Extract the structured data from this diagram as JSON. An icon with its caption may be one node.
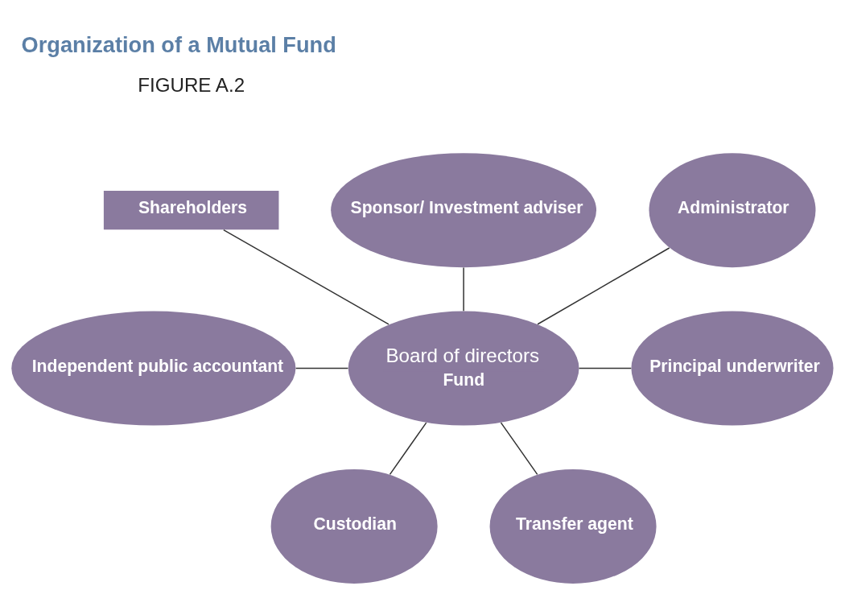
{
  "diagram": {
    "title": "Organization of a Mutual Fund",
    "nodes": [
      {
        "text": [
          "Shareholders"
        ]
      },
      {
        "text": [
          "Board of directors",
          "Fund"
        ]
      },
      {
        "text": [
          "Sponsor/ Investment adviser"
        ]
      },
      {
        "text": [
          "Administrator"
        ]
      },
      {
        "text": [
          "Independent public accountant"
        ]
      },
      {
        "text": [
          "Principal underwriter"
        ]
      },
      {
        "text": [
          "Custodian"
        ]
      },
      {
        "text": [
          "Transfer agent"
        ]
      }
    ],
    "edges": [
      {
        "from": 0,
        "to": 1,
        "arrow": "none"
      },
      {
        "from": 2,
        "to": 1,
        "arrow": "none"
      },
      {
        "from": 3,
        "to": 1,
        "arrow": "none"
      },
      {
        "from": 4,
        "to": 1,
        "arrow": "none"
      },
      {
        "from": 1,
        "to": 5,
        "arrow": "none"
      },
      {
        "from": 1,
        "to": 6,
        "arrow": "none"
      },
      {
        "from": 1,
        "to": 7,
        "arrow": "none"
      }
    ],
    "labels": [
      "FIGURE A.2"
    ]
  }
}
